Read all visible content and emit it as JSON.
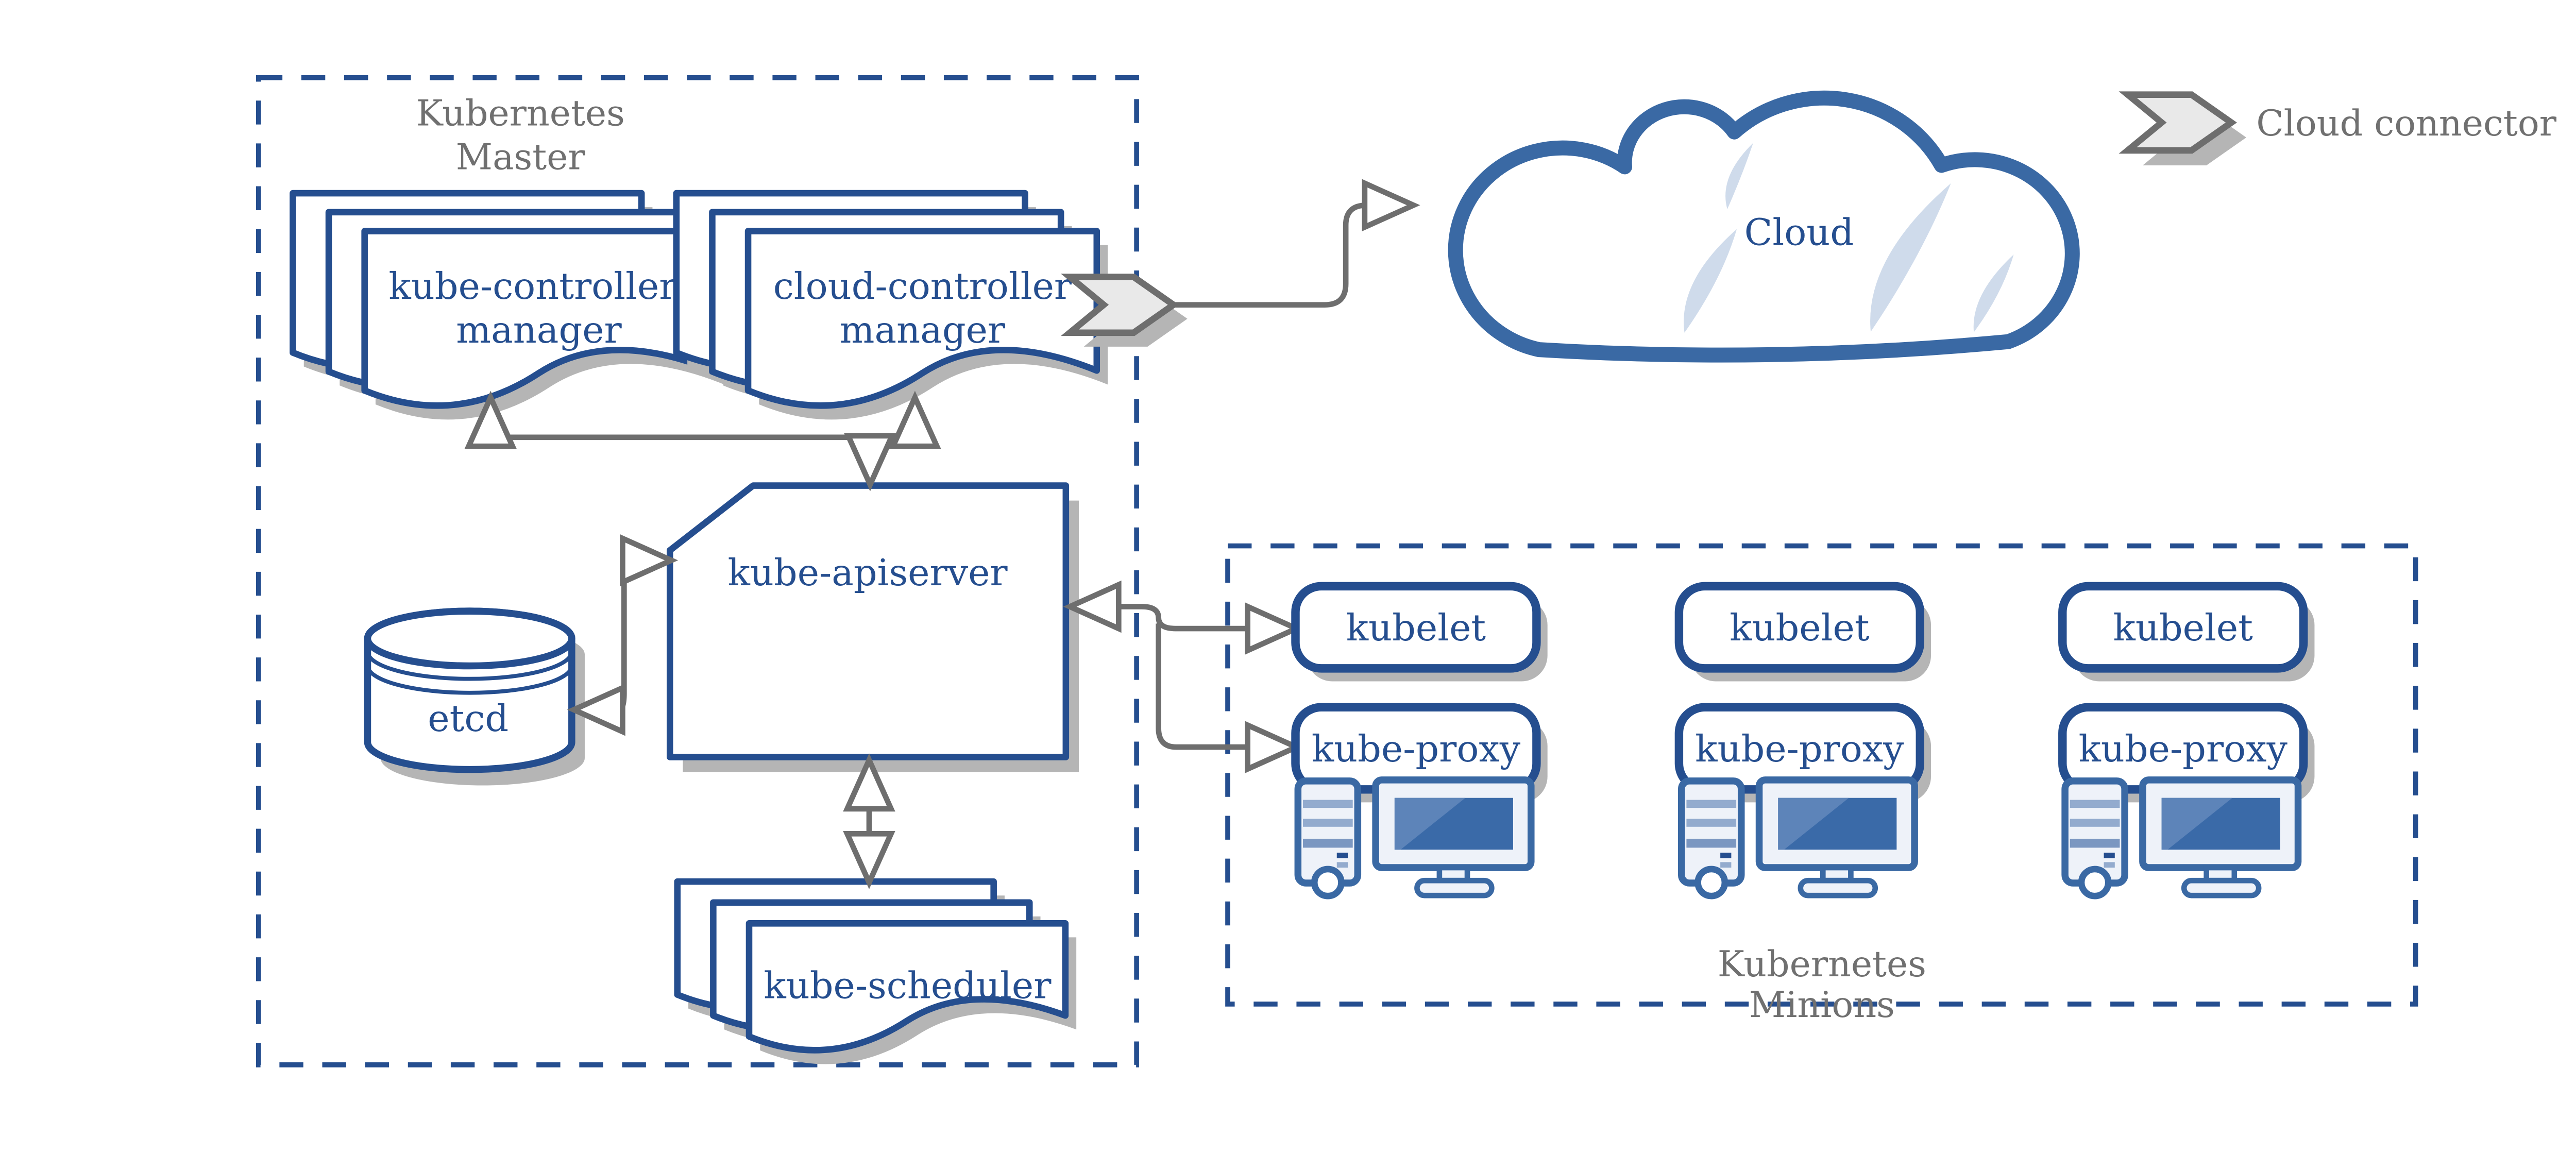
{
  "colors": {
    "navy": "#254e8f",
    "steel": "#3a69a4",
    "gray-line": "#6e6e6e",
    "gray-text": "#707070",
    "shadow": "#b5b5b5",
    "light-fill": "#eef2f9",
    "screen": "#3a6aa8",
    "screen-hi": "#5d84b9",
    "stripe": "#93abce",
    "stripe-dark": "#7b97c1",
    "crescent": "#cfdbeb",
    "chevron-fill": "#e9e9e9",
    "white": "#ffffff"
  },
  "master": {
    "title_line1": "Kubernetes",
    "title_line2": "Master",
    "kube_controller_manager": {
      "line1": "kube-controller-",
      "line2": "manager"
    },
    "cloud_controller_manager": {
      "line1": "cloud-controller",
      "line2": "manager"
    },
    "kube_apiserver": "kube-apiserver",
    "etcd": "etcd",
    "kube_scheduler": "kube-scheduler"
  },
  "minions": {
    "title_line1": "Kubernetes",
    "title_line2": "Minions",
    "nodes": [
      {
        "kubelet": "kubelet",
        "kube_proxy": "kube-proxy"
      },
      {
        "kubelet": "kubelet",
        "kube_proxy": "kube-proxy"
      },
      {
        "kubelet": "kubelet",
        "kube_proxy": "kube-proxy"
      }
    ]
  },
  "cloud": {
    "label": "Cloud"
  },
  "legend": {
    "label": "Cloud connector"
  }
}
